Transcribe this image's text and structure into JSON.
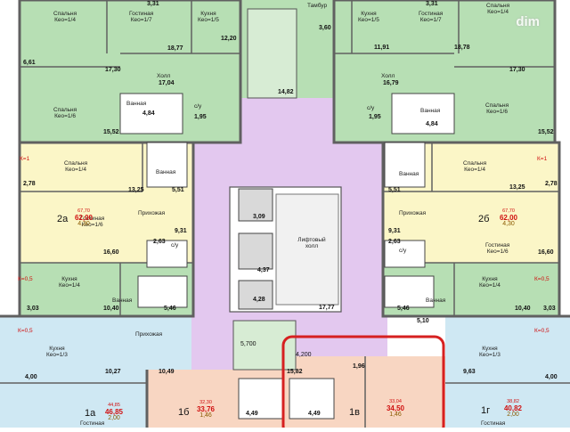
{
  "watermark": "dim",
  "colors": {
    "green": "#b7dfb4",
    "yellow": "#fbf6c7",
    "blue": "#cfe8f3",
    "peach": "#f8d6c2",
    "violet": "#e3c8ef",
    "wall": "#606060",
    "highlight": "#d62020",
    "k_text": "#d01010"
  },
  "rooms": [
    {
      "id": "top-left-bedroom",
      "name": "Спальня",
      "keo": "Кео=1/4"
    },
    {
      "id": "top-left-living",
      "name": "Гостиная",
      "keo": "Кео=1/7"
    },
    {
      "id": "top-left-kitchen",
      "name": "Кухня",
      "keo": "Кео=1/5"
    },
    {
      "id": "tambur",
      "name": "Тамбур",
      "keo": ""
    },
    {
      "id": "top-right-kitchen",
      "name": "Кухня",
      "keo": "Кео=1/5"
    },
    {
      "id": "top-right-living",
      "name": "Гостиная",
      "keo": "Кео=1/7"
    },
    {
      "id": "top-right-bedroom",
      "name": "Спальня",
      "keo": "Кео=1/4"
    },
    {
      "id": "left-hall",
      "name": "Холл",
      "keo": ""
    },
    {
      "id": "right-hall",
      "name": "Холл",
      "keo": ""
    },
    {
      "id": "left-bedroom-2",
      "name": "Спальня",
      "keo": "Кео=1/6"
    },
    {
      "id": "right-bedroom-2",
      "name": "Спальня",
      "keo": "Кео=1/6"
    },
    {
      "id": "left-bath-top",
      "name": "Ванная",
      "keo": ""
    },
    {
      "id": "right-bath-top",
      "name": "Ванная",
      "keo": ""
    },
    {
      "id": "left-wc-top",
      "name": "с/у",
      "keo": ""
    },
    {
      "id": "right-wc-top",
      "name": "с/у",
      "keo": ""
    },
    {
      "id": "2a-bedroom",
      "name": "Спальня",
      "keo": "Кео=1/4"
    },
    {
      "id": "2b-bedroom",
      "name": "Спальня",
      "keo": "Кео=1/4"
    },
    {
      "id": "2a-bath",
      "name": "Ванная",
      "keo": ""
    },
    {
      "id": "2b-bath",
      "name": "Ванная",
      "keo": ""
    },
    {
      "id": "2a-living",
      "name": "Гостиная",
      "keo": "Кео=1/6"
    },
    {
      "id": "2b-living",
      "name": "Гостиная",
      "keo": "Кео=1/6"
    },
    {
      "id": "2a-hallway",
      "name": "Прихожая",
      "keo": ""
    },
    {
      "id": "2b-hallway",
      "name": "Прихожая",
      "keo": ""
    },
    {
      "id": "lift-hall",
      "name": "Лифтовый холл",
      "keo": ""
    },
    {
      "id": "2a-wc",
      "name": "с/у",
      "keo": ""
    },
    {
      "id": "2b-wc",
      "name": "с/у",
      "keo": ""
    },
    {
      "id": "2a-kitchen",
      "name": "Кухня",
      "keo": "Кео=1/4"
    },
    {
      "id": "2b-kitchen",
      "name": "Кухня",
      "keo": "Кео=1/4"
    },
    {
      "id": "2a-bath-2",
      "name": "Ванная",
      "keo": ""
    },
    {
      "id": "2b-bath-2",
      "name": "Ванная",
      "keo": ""
    },
    {
      "id": "1a-kitchen",
      "name": "Кухня",
      "keo": "Кео=1/3"
    },
    {
      "id": "1a-hallway",
      "name": "Прихожая",
      "keo": ""
    },
    {
      "id": "1g-kitchen",
      "name": "Кухня",
      "keo": "Кео=1/3"
    },
    {
      "id": "1a-living",
      "name": "Гостиная",
      "keo": ""
    },
    {
      "id": "1g-living",
      "name": "Гостиная",
      "keo": ""
    }
  ],
  "areas": [
    "3,31",
    "18,77",
    "12,20",
    "3,60",
    "11,91",
    "18,78",
    "3,31",
    "6,61",
    "17,30",
    "17,04",
    "14,82",
    "16,79",
    "17,30",
    "4,84",
    "1,95",
    "1,95",
    "4,84",
    "15,52",
    "15,52",
    "2,78",
    "13,25",
    "5,51",
    "5,51",
    "13,25",
    "2,78",
    "3,09",
    "9,31",
    "2,63",
    "9,31",
    "2,63",
    "16,60",
    "16,60",
    "4,37",
    "4,28",
    "17,77",
    "3,03",
    "10,40",
    "5,46",
    "5,46",
    "10,40",
    "3,03",
    "5,700",
    "4,200",
    "5,10",
    "10,27",
    "10,49",
    "15,82",
    "1,96",
    "9,63",
    "4,00",
    "4,49",
    "4,49",
    "4,00"
  ],
  "k_labels": [
    "К=1",
    "К=1",
    "К=0,5",
    "К=0,5",
    "К=0,5",
    "К=0,5"
  ],
  "apartments": [
    {
      "id": "2a",
      "code": "2а",
      "total": "67,70",
      "living": "62,00",
      "loggia": "4,30"
    },
    {
      "id": "2b",
      "code": "2б",
      "total": "67,70",
      "living": "62,00",
      "loggia": "4,30"
    },
    {
      "id": "1a",
      "code": "1а",
      "total": "44,85",
      "living": "46,85",
      "loggia": "2,00"
    },
    {
      "id": "1b",
      "code": "1б",
      "total": "32,30",
      "living": "33,76",
      "loggia": "1,46"
    },
    {
      "id": "1v",
      "code": "1в",
      "total": "33,04",
      "living": "34,50",
      "loggia": "1,46"
    },
    {
      "id": "1g",
      "code": "1г",
      "total": "38,82",
      "living": "40,82",
      "loggia": "2,00"
    }
  ]
}
